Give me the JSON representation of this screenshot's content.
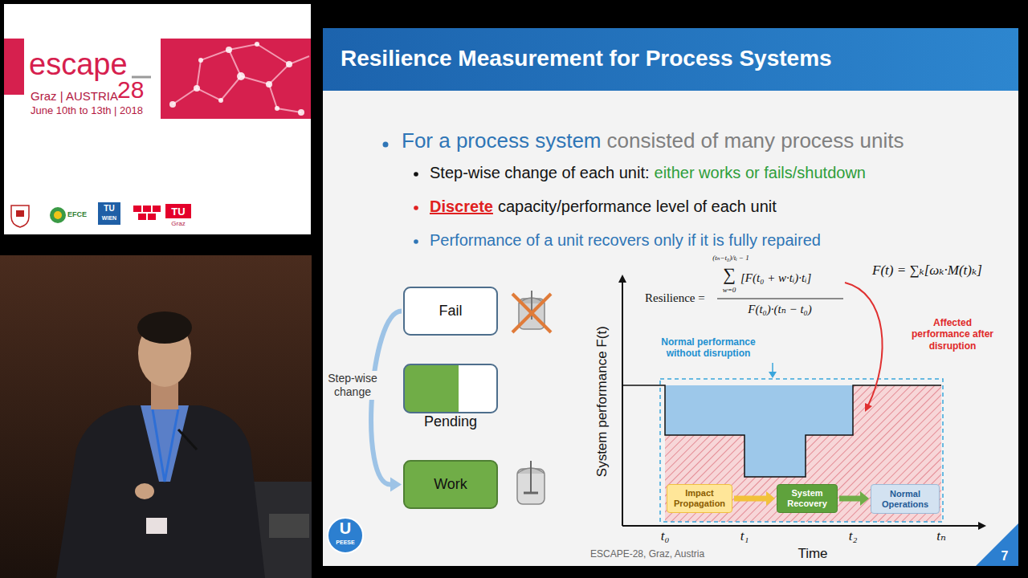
{
  "diagram": {
    "title": "Resilience Measurement for Process Systems",
    "nodes": [
      {
        "text": [
          "Fail"
        ]
      },
      {
        "text": [
          "Pending"
        ]
      },
      {
        "text": [
          "Work"
        ]
      },
      {
        "text": [
          "Impact Propagation"
        ]
      },
      {
        "text": [
          "System Recovery"
        ]
      },
      {
        "text": [
          "Normal Operations"
        ]
      }
    ],
    "edges": [
      {
        "from": 0,
        "to": 2,
        "label": "Step-wise change",
        "arrow": "to"
      },
      {
        "from": 3,
        "to": 4,
        "arrow": "to"
      },
      {
        "from": 4,
        "to": 5,
        "arrow": "to"
      }
    ],
    "labels": [
      "escape",
      "28",
      "Graz | AUSTRIA",
      "June 10th to 13th | 2018",
      "EFCE",
      "TU",
      "WIEN",
      "TU",
      "Graz",
      "For a process system",
      "consisted of many process units",
      "Step-wise change of each unit:",
      "either works or fails/shutdown",
      "Discrete",
      "capacity/performance level of each unit",
      "Performance of a unit recovers only if it is fully repaired",
      "Resilience =",
      "(tₙ−t₀)/tᵢ − 1",
      "∑",
      "w=0",
      "[F(t₀ + w·tᵢ)·tᵢ]",
      "F(t₀)·(tₙ − t₀)",
      "F(t) = ∑ₖ[ωₖ·M(t)ₖ]",
      "Normal performance without disruption",
      "Affected performance after disruption",
      "System performance F(t)",
      "t₀",
      "t₁",
      "t₂",
      "tₙ",
      "Time",
      "ESCAPE-28, Graz, Austria",
      "7",
      "U",
      "PEESE"
    ]
  }
}
